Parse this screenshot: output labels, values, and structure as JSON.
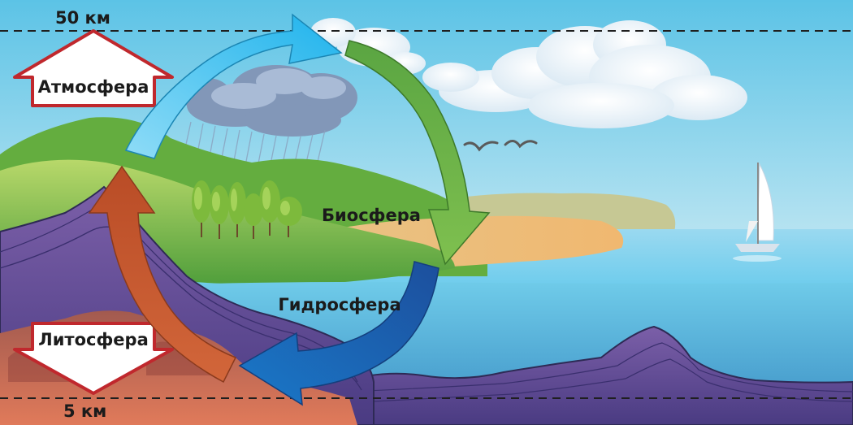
{
  "diagram": {
    "top_line_label": "50 км",
    "bottom_line_label": "5 км",
    "spheres": {
      "atmosphere": "Атмосфера",
      "biosphere": "Биосфера",
      "hydrosphere": "Гидросфера",
      "lithosphere": "Литосфера"
    }
  },
  "colors": {
    "sky_top": "#5cc3e6",
    "sky_bottom": "#dff2f7",
    "sea": "#4fc3ea",
    "deep_water": "#3e95c9",
    "rock_purple": "#6a52a0",
    "crust_brown": "#c2604a",
    "hill_green": "#74b843",
    "sand": "#f1c27b",
    "arrow_blue_light": "#3fc0ef",
    "arrow_green": "#62ad45",
    "arrow_blue_dark": "#1f5fae",
    "arrow_orange": "#c85a2e",
    "label_arrow_red": "#c0282d"
  }
}
